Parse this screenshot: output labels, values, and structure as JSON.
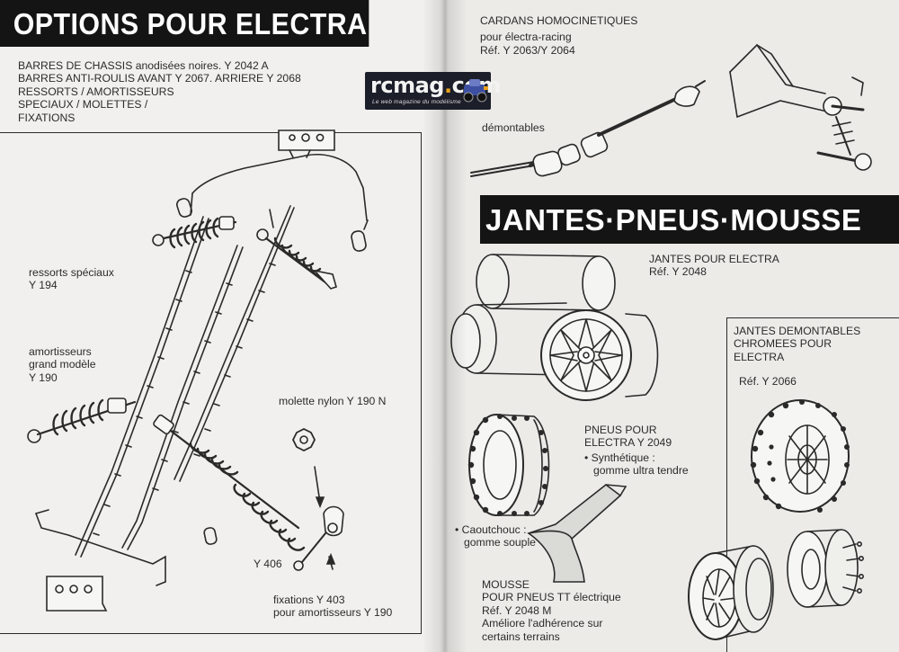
{
  "left_page": {
    "title": "OPTIONS POUR ELECTRA",
    "intro_lines": [
      "BARRES DE CHASSIS anodisées noires. Y 2042 A",
      "BARRES ANTI-ROULIS AVANT Y 2067. ARRIERE Y 2068",
      "RESSORTS / AMORTISSEURS",
      "SPECIAUX / MOLETTES /",
      "FIXATIONS"
    ],
    "labels": {
      "ressorts_1": "ressorts spéciaux",
      "ressorts_2": "Y 194",
      "amort_1": "amortisseurs",
      "amort_2": "grand modèle",
      "amort_3": "Y 190",
      "molette": "molette nylon Y 190 N",
      "y406": "Y 406",
      "fix_1": "fixations Y 403",
      "fix_2": "pour amortisseurs Y 190"
    }
  },
  "logo": {
    "brand_main": "rcmag",
    "brand_dot": ".",
    "brand_suffix": "com",
    "tagline": "Le web magazine du modélisme"
  },
  "right_page": {
    "cardans": {
      "line1": "CARDANS HOMOCINETIQUES",
      "line2": "pour électra-racing",
      "line3": "Réf. Y 2063/Y 2064",
      "demontables": "démontables"
    },
    "title": "JANTES·PNEUS·MOUSSE",
    "jantes": {
      "line1": "JANTES POUR ELECTRA",
      "line2": "Réf. Y 2048"
    },
    "jantes_demontables": {
      "line1": "JANTES DEMONTABLES",
      "line2": "CHROMEES POUR",
      "line3": "ELECTRA",
      "ref": "Réf. Y 2066"
    },
    "pneus": {
      "line1": "PNEUS POUR",
      "line2": "ELECTRA Y 2049",
      "synth1": "• Synthétique :",
      "synth2": "gomme ultra tendre",
      "caout1": "• Caoutchouc :",
      "caout2": "gomme souple"
    },
    "mousse": {
      "line1": "MOUSSE",
      "line2": "POUR PNEUS TT électrique",
      "line3": "Réf. Y 2048 M",
      "line4": "Améliore l'adhérence sur",
      "line5": "certains terrains"
    }
  },
  "colors": {
    "title_bar": "#141414",
    "ink": "#2a2a2a",
    "paper_left": "#f1f0ee",
    "paper_right": "#ecebe8",
    "logo_bg": "#1c1e2a",
    "logo_accent": "#e8a21b"
  }
}
